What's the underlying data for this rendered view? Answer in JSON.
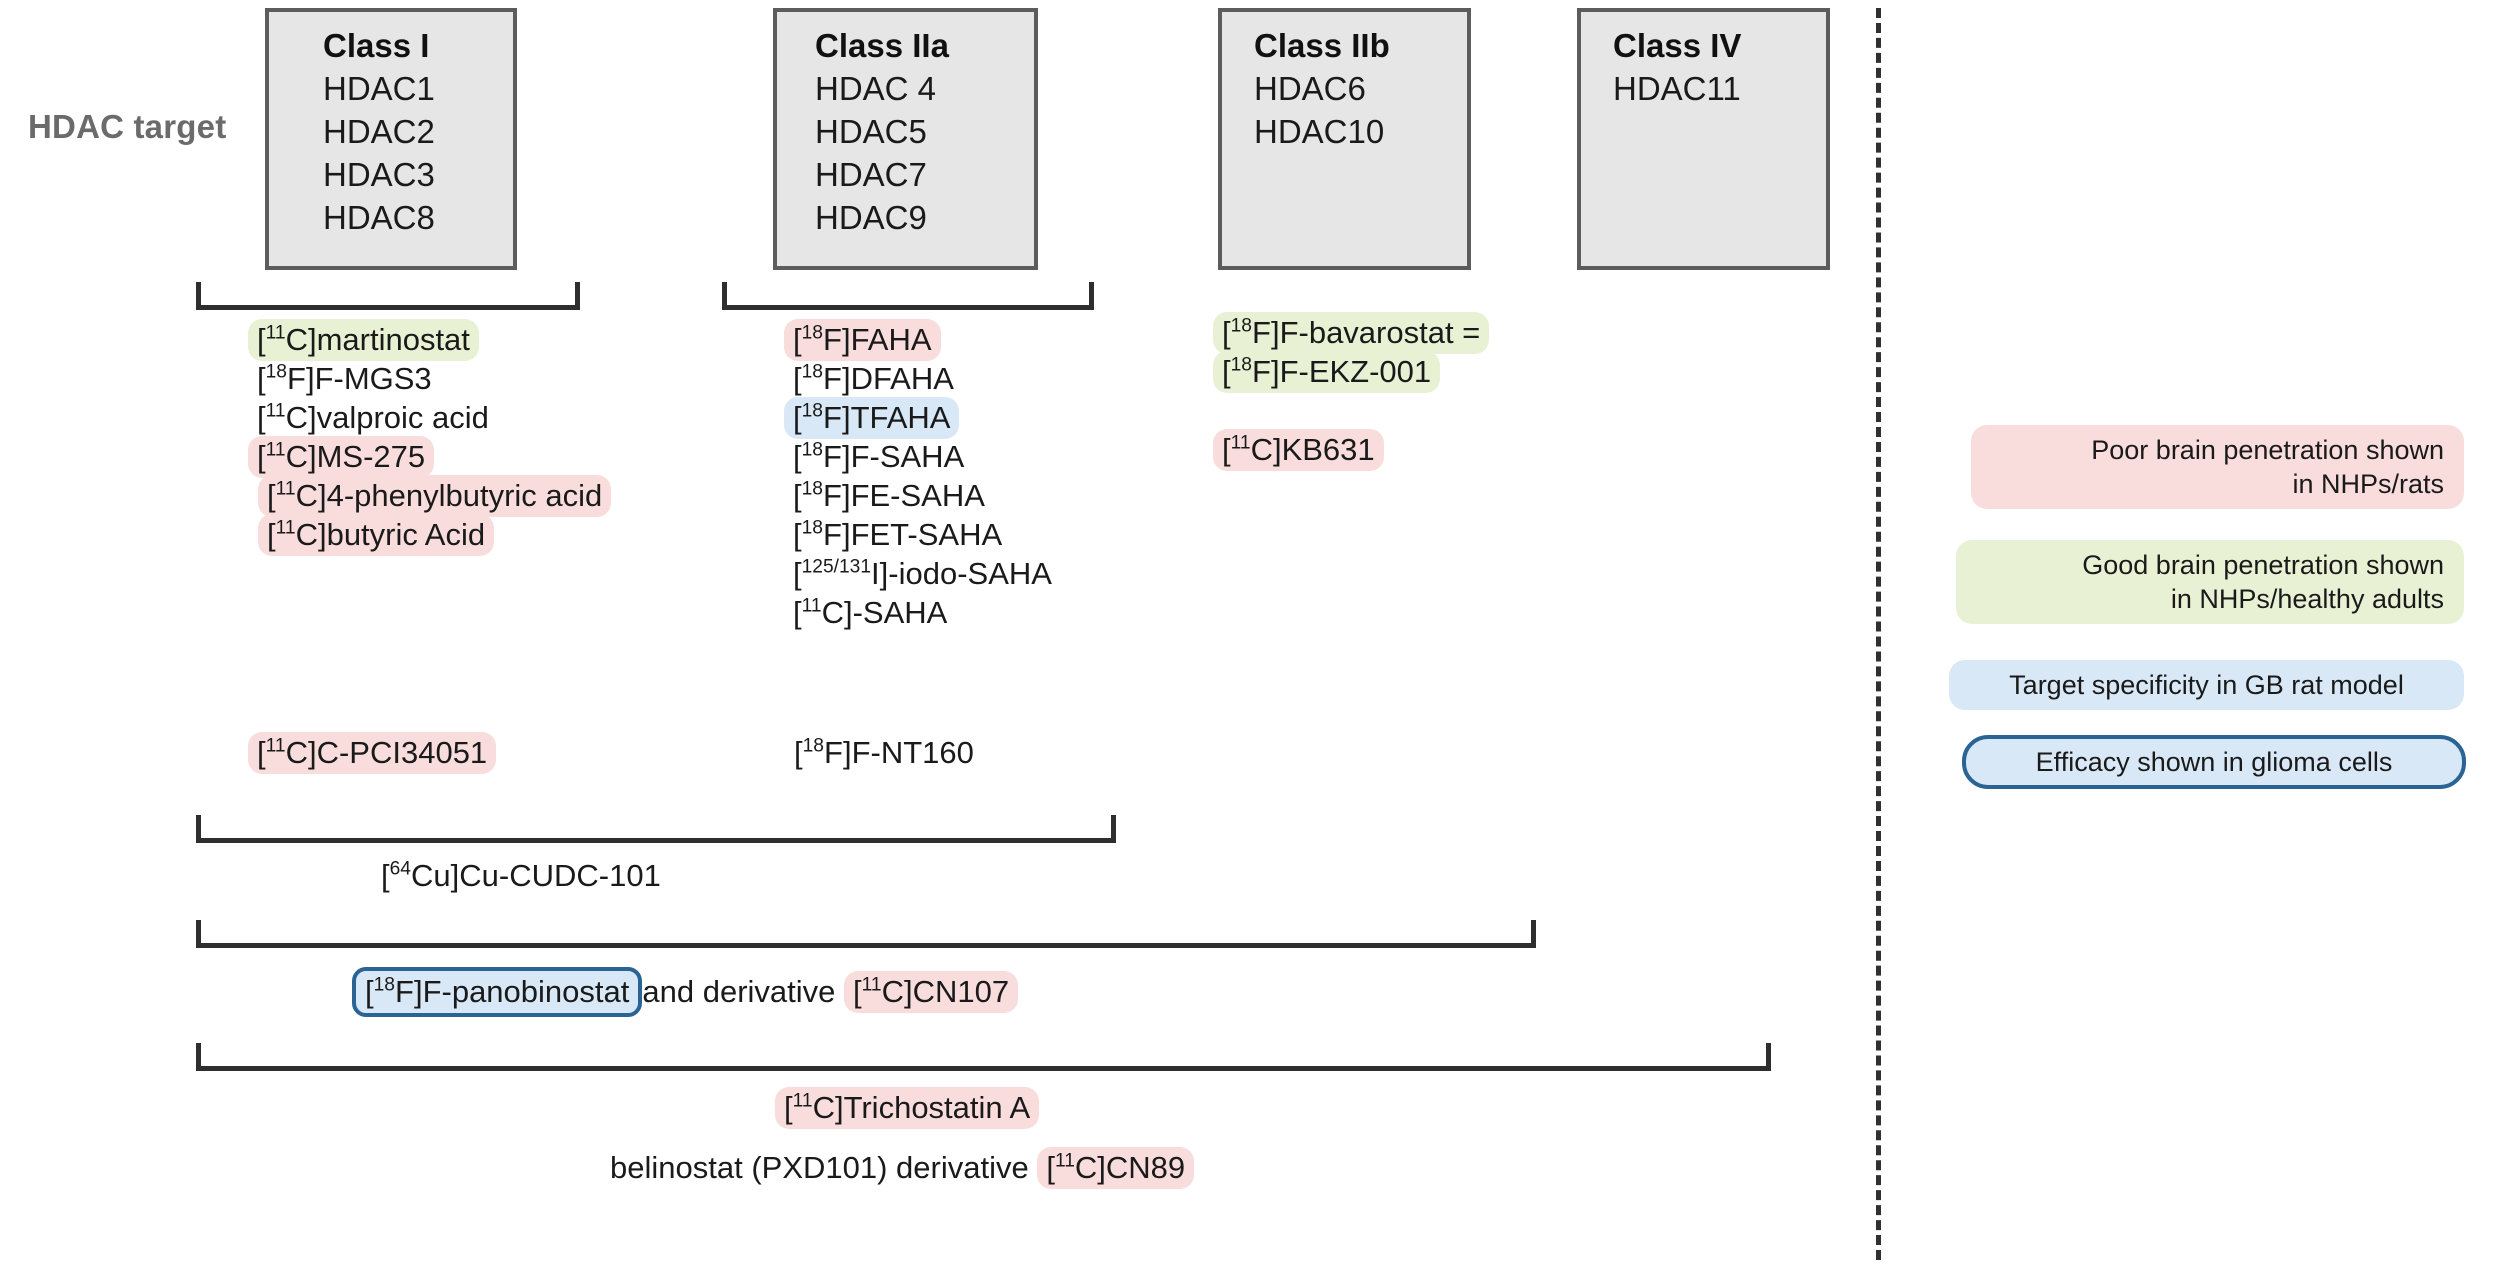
{
  "axis_label": "HDAC target",
  "classes": [
    {
      "id": "class-1",
      "title": "Class I",
      "members": [
        {
          "name": "HDAC1",
          "color": "black"
        },
        {
          "name": "HDAC2",
          "color": "black"
        },
        {
          "name": "HDAC3",
          "color": "black"
        },
        {
          "name": "HDAC8",
          "color": "orange"
        }
      ]
    },
    {
      "id": "class-2a",
      "title": "Class IIa",
      "members": [
        {
          "name": "HDAC 4",
          "color": "purple"
        },
        {
          "name": "HDAC5",
          "color": "black"
        },
        {
          "name": "HDAC7",
          "color": "black"
        },
        {
          "name": "HDAC9",
          "color": "black"
        }
      ]
    },
    {
      "id": "class-2b",
      "title": "Class IIb",
      "members": [
        {
          "name": "HDAC6",
          "color": "teal"
        },
        {
          "name": "HDAC10",
          "color": "black"
        }
      ]
    },
    {
      "id": "class-4",
      "title": "Class IV",
      "members": [
        {
          "name": "HDAC11",
          "color": "black"
        }
      ]
    }
  ],
  "tracers": {
    "class_1": [
      {
        "label": "[11C]martinostat",
        "isotope": "11",
        "element": "C",
        "rest": "martinostat",
        "highlight": "green"
      },
      {
        "label": "[18F]F-MGS3",
        "isotope": "18",
        "element": "F",
        "rest": "F-MGS3",
        "highlight": "none"
      },
      {
        "label": "[11C]valproic acid",
        "isotope": "11",
        "element": "C",
        "rest": "valproic acid",
        "highlight": "none"
      },
      {
        "label": "[11C]MS-275",
        "isotope": "11",
        "element": "C",
        "rest": "MS-275",
        "highlight": "pink"
      },
      {
        "label": "[11C]4-phenylbutyric acid",
        "isotope": "11",
        "element": "C",
        "rest": "4-phenylbutyric acid",
        "highlight": "pink"
      },
      {
        "label": "[11C]butyric Acid",
        "isotope": "11",
        "element": "C",
        "rest": "butyric Acid",
        "highlight": "pink"
      }
    ],
    "class_2a": [
      {
        "label": "[18F]FAHA",
        "isotope": "18",
        "element": "F",
        "rest": "FAHA",
        "highlight": "pink"
      },
      {
        "label": "[18F]DFAHA",
        "isotope": "18",
        "element": "F",
        "rest": "DFAHA",
        "highlight": "none"
      },
      {
        "label": "[18F]TFAHA",
        "isotope": "18",
        "element": "F",
        "rest": "TFAHA",
        "highlight": "blue"
      },
      {
        "label": "[18F]F-SAHA",
        "isotope": "18",
        "element": "F",
        "rest": "F-SAHA",
        "highlight": "none"
      },
      {
        "label": "[18F]FE-SAHA",
        "isotope": "18",
        "element": "F",
        "rest": "FE-SAHA",
        "highlight": "none"
      },
      {
        "label": "[18F]FET-SAHA",
        "isotope": "18",
        "element": "F",
        "rest": "FET-SAHA",
        "highlight": "none"
      },
      {
        "label": "[125/131I]-iodo-SAHA",
        "isotope": "125/131",
        "element": "I",
        "rest": "-iodo-SAHA",
        "highlight": "none"
      },
      {
        "label": "[11C]-SAHA",
        "isotope": "11",
        "element": "C",
        "rest": "-SAHA",
        "highlight": "none"
      }
    ],
    "class_2b": [
      {
        "label": "[18F]F-bavarostat =",
        "isotope": "18",
        "element": "F",
        "rest": "F-bavarostat =",
        "highlight": "green",
        "text_color": "teal"
      },
      {
        "label": "[18F]F-EKZ-001",
        "isotope": "18",
        "element": "F",
        "rest": "F-EKZ-001",
        "highlight": "green",
        "text_color": "teal"
      },
      {
        "label": "[11C]KB631",
        "isotope": "11",
        "element": "C",
        "rest": "KB631",
        "highlight": "pink",
        "text_color": "teal"
      }
    ],
    "class_1_lower": [
      {
        "label": "[11C]C-PCI34051",
        "isotope": "11",
        "element": "C",
        "rest": "C-PCI34051",
        "highlight": "pink",
        "text_color": "orange"
      }
    ],
    "class_2a_lower": [
      {
        "label": "[18F]F-NT160",
        "isotope": "18",
        "element": "F",
        "rest": "F-NT160",
        "highlight": "none",
        "text_color": "purple"
      }
    ],
    "span_cudc": [
      {
        "label": "[64Cu]Cu-CUDC-101",
        "isotope": "64",
        "element": "Cu",
        "rest": "Cu-CUDC-101",
        "highlight": "none"
      }
    ],
    "span_panobinostat": {
      "pill_label": "[18F]F-panobinostat",
      "pill_isotope": "18",
      "pill_element": "F",
      "pill_rest": "F-panobinostat",
      "middle_text": "and derivative ",
      "tail_label": "[11C]CN107",
      "tail_isotope": "11",
      "tail_element": "C",
      "tail_rest": "CN107"
    },
    "span_trichostatin": {
      "label": "[11C]Trichostatin A",
      "isotope": "11",
      "element": "C",
      "rest": "Trichostatin A",
      "highlight": "pink"
    },
    "span_belinostat": {
      "prefix": "belinostat (PXD101) derivative ",
      "tail_label": "[11C]CN89",
      "tail_isotope": "11",
      "tail_element": "C",
      "tail_rest": "CN89",
      "highlight": "pink"
    }
  },
  "legend": [
    {
      "id": "poor",
      "text": "Poor brain penetration shown in NHPs/rats",
      "line1": "Poor brain penetration shown",
      "line2": "in NHPs/rats",
      "color": "#f9dddd"
    },
    {
      "id": "good",
      "text": "Good brain penetration shown in NHPs/healthy adults",
      "line1": "Good brain penetration shown",
      "line2": "in NHPs/healthy adults",
      "color": "#e9f1d5"
    },
    {
      "id": "specificity",
      "text": "Target specificity in GB rat model",
      "line1": "Target specificity in GB rat model",
      "line2": "",
      "color": "#d9e8f6"
    },
    {
      "id": "efficacy",
      "text": "Efficacy shown in glioma cells",
      "line1": "Efficacy shown in glioma cells",
      "line2": "",
      "color": "#d9e8f6",
      "border": "#2a6494"
    }
  ],
  "colors": {
    "orange": "#f08a24",
    "purple": "#6a2ec7",
    "teal": "#3d9aa5",
    "pink_highlight": "#f9dddd",
    "green_highlight": "#e9f1d5",
    "blue_highlight": "#d9e8f6",
    "box_fill": "#e6e6e6",
    "box_border": "#5c5c5c",
    "bracket": "#2e2e2e",
    "label_gray": "#6b6b6b"
  }
}
